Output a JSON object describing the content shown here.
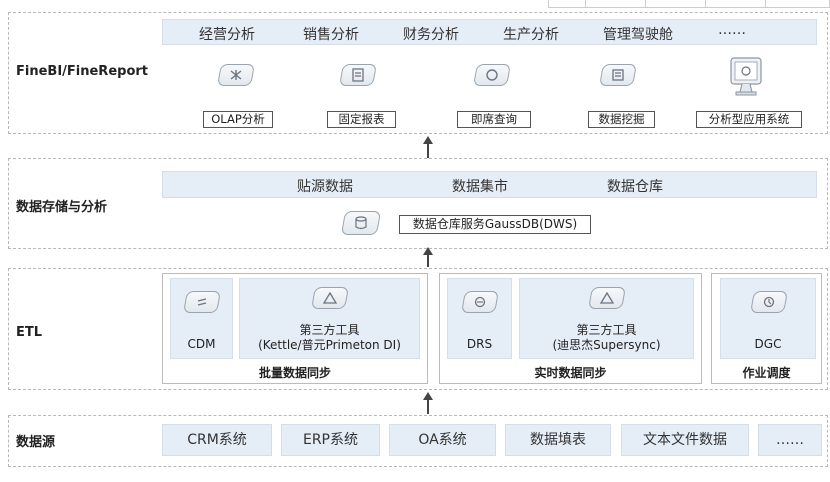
{
  "app_layer": {
    "label": "FineBI/FineReport",
    "scenarios": [
      "经营分析",
      "销售分析",
      "财务分析",
      "生产分析",
      "管理驾驶舱",
      "……"
    ],
    "tools": [
      {
        "label": "OLAP分析",
        "icon": "olap-icon"
      },
      {
        "label": "固定报表",
        "icon": "report-icon"
      },
      {
        "label": "即席查询",
        "icon": "query-icon"
      },
      {
        "label": "数据挖掘",
        "icon": "mining-icon"
      },
      {
        "label": "分析型应用系统",
        "icon": "monitor-icon"
      }
    ]
  },
  "storage_layer": {
    "label": "数据存储与分析",
    "items": [
      "贴源数据",
      "数据集市",
      "数据仓库"
    ],
    "service": "数据仓库服务GaussDB(DWS)"
  },
  "etl_layer": {
    "label": "ETL",
    "groups": [
      {
        "label": "批量数据同步",
        "tools": [
          {
            "label": "CDM"
          },
          {
            "label": "第三方工具",
            "sub": "(Kettle/普元Primeton DI)"
          }
        ]
      },
      {
        "label": "实时数据同步",
        "tools": [
          {
            "label": "DRS"
          },
          {
            "label": "第三方工具",
            "sub": "(迪思杰Supersync)"
          }
        ]
      },
      {
        "label": "作业调度",
        "tools": [
          {
            "label": "DGC"
          }
        ]
      }
    ]
  },
  "source_layer": {
    "label": "数据源",
    "items": [
      "CRM系统",
      "ERP系统",
      "OA系统",
      "数据填表",
      "文本文件数据",
      "……"
    ]
  }
}
